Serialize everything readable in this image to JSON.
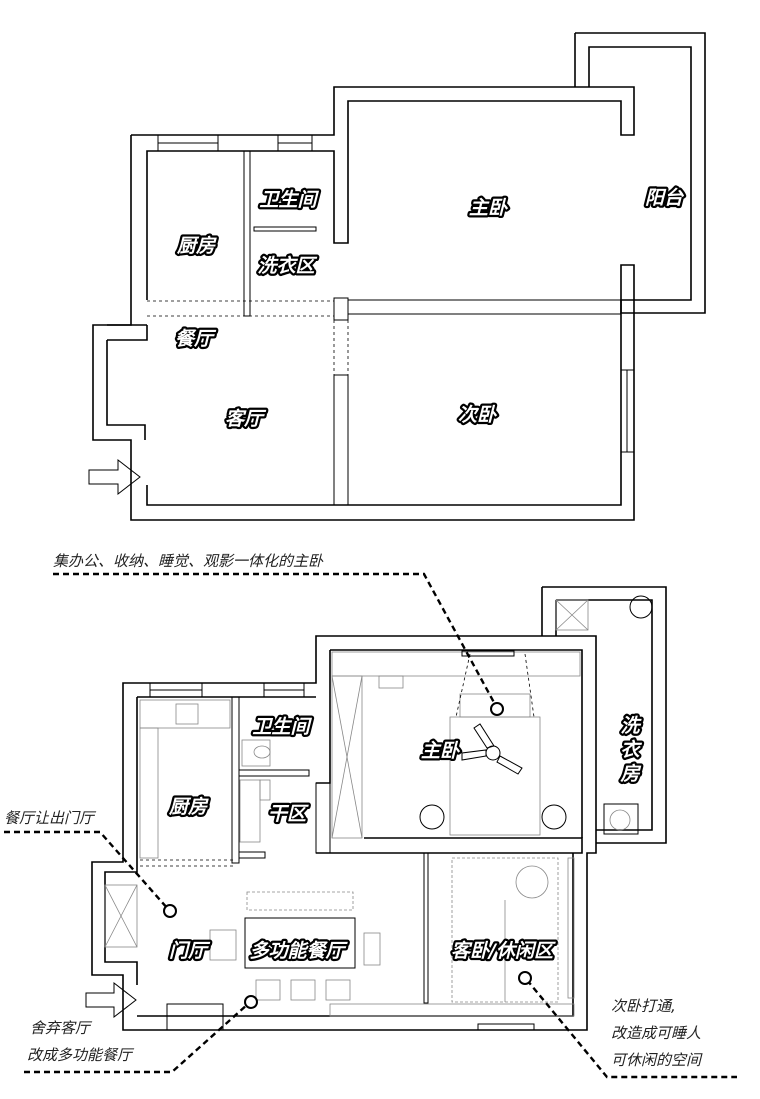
{
  "plan_before": {
    "rooms": {
      "bathroom": "卫生间",
      "master_bedroom": "主卧",
      "balcony": "阳台",
      "kitchen": "厨房",
      "laundry": "洗衣区",
      "dining": "餐厅",
      "living": "客厅",
      "second_bedroom": "次卧"
    }
  },
  "plan_after": {
    "rooms": {
      "bathroom": "卫生间",
      "master_bedroom": "主卧",
      "laundry_room": [
        "洗",
        "衣",
        "房"
      ],
      "kitchen": "厨房",
      "dry_area": "干区",
      "foyer": "门厅",
      "multi_dining": "多功能餐厅",
      "guest_leisure": "客卧/休闲区"
    },
    "notes": {
      "master": "集办公、收纳、睡觉、观影一体化的主卧",
      "dining_to_foyer": "餐厅让出门厅",
      "abandon_living": [
        "舍弃客厅",
        "改成多功能餐厅"
      ],
      "second_bedroom": [
        "次卧打通,",
        "改造成可睡人",
        "可休闲的空间"
      ]
    }
  }
}
